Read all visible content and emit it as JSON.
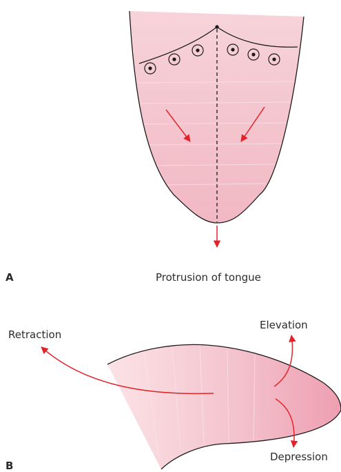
{
  "panel_a": {
    "letter": "A",
    "caption": "Protrusion of tongue"
  },
  "panel_b": {
    "letter": "B",
    "labels": {
      "retraction": "Retraction",
      "elevation": "Elevation",
      "depression": "Depression"
    }
  },
  "colors": {
    "tongue_fill": "#f6cdd4",
    "tongue_fill_dark": "#ef9fb0",
    "arrow": "#e2232a",
    "outline": "#1a1a1a"
  }
}
